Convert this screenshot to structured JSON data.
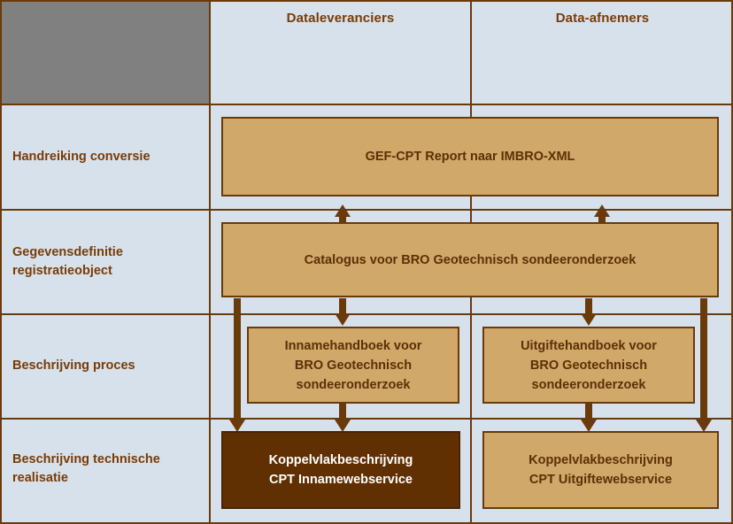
{
  "diagram": {
    "title_row": {
      "corner_blank": "",
      "columns": [
        {
          "id": "dataleveranciers",
          "label": "Dataleveranciers"
        },
        {
          "id": "data-afnemers",
          "label": "Data-afnemers"
        }
      ]
    },
    "rows": [
      {
        "id": "handreiking-conversie",
        "label": "Handreiking conversie"
      },
      {
        "id": "gegevensdefinitie-registratieobject",
        "label": "Gegevensdefinitie registratieobject"
      },
      {
        "id": "beschrijving-proces",
        "label": "Beschrijving proces"
      },
      {
        "id": "beschrijving-technische-realisatie",
        "label": "Beschrijving technische realisatie"
      }
    ],
    "nodes": [
      {
        "id": "gef-cpt-report",
        "label": "GEF-CPT Report naar IMBRO-XML",
        "style": "light"
      },
      {
        "id": "catalogus",
        "label": "Catalogus voor BRO Geotechnisch sondeeronderzoek",
        "style": "light"
      },
      {
        "id": "innamehandboek",
        "label": "Innamehandboek voor\nBRO Geotechnisch\nsondeeronderzoek",
        "style": "light"
      },
      {
        "id": "uitgiftehandboek",
        "label": "Uitgiftehandboek voor\nBRO Geotechnisch\nsondeeronderzoek",
        "style": "light"
      },
      {
        "id": "koppelvlak-inname",
        "label": "Koppelvlakbeschrijving\nCPT Innamewebservice",
        "style": "dark"
      },
      {
        "id": "koppelvlak-uitgifte",
        "label": "Koppelvlakbeschrijving\nCPT Uitgiftewebservice",
        "style": "light"
      }
    ],
    "connections": [
      {
        "id": "catalogus-to-gef-left",
        "direction": "up"
      },
      {
        "id": "catalogus-to-gef-right",
        "direction": "up"
      },
      {
        "id": "catalogus-to-koppelvlak-inname",
        "direction": "down"
      },
      {
        "id": "catalogus-to-innamehandboek",
        "direction": "down"
      },
      {
        "id": "catalogus-to-uitgiftehandboek",
        "direction": "down"
      },
      {
        "id": "catalogus-to-koppelvlak-uitgifte",
        "direction": "down"
      },
      {
        "id": "innamehandboek-to-koppelvlak-inname",
        "direction": "down"
      },
      {
        "id": "uitgiftehandboek-to-koppelvlak-uitgifte",
        "direction": "down"
      }
    ],
    "colors": {
      "background": "#d6e1ec",
      "grid_line": "#6b3a0b",
      "corner_block": "#808080",
      "node_light_fill": "#cfa86a",
      "node_dark_fill": "#603003",
      "text_brown": "#7a3b06",
      "text_white": "#ffffff"
    }
  }
}
